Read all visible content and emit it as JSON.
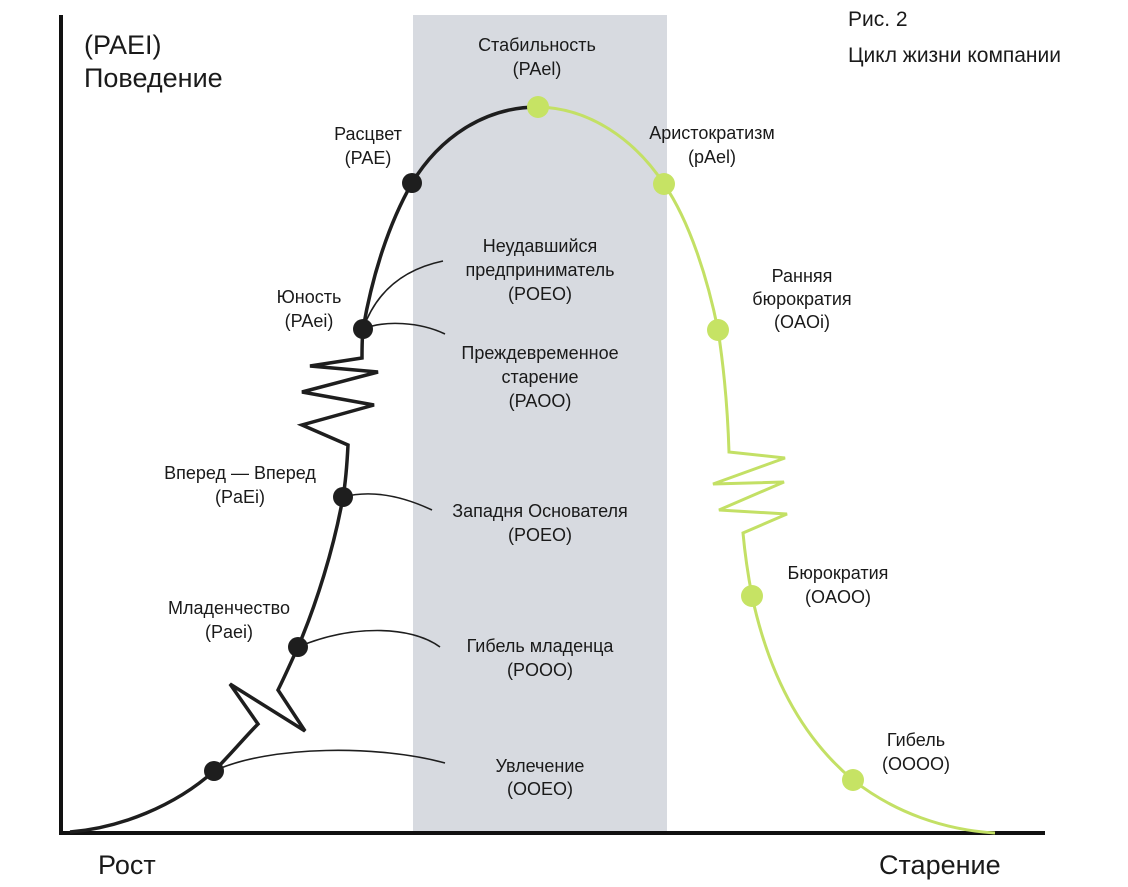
{
  "figure": {
    "number": "Рис. 2",
    "title": "Цикл жизни компании"
  },
  "axes": {
    "y_label_line1": "(PAEI)",
    "y_label_line2": "Поведение",
    "x_label_left": "Рост",
    "x_label_right": "Старение"
  },
  "colors": {
    "growth_curve": "#1e1e1e",
    "aging_curve": "#c3e065",
    "aging_node": "#c6e364",
    "prime_band": "#d7dae0",
    "axis": "#111111"
  },
  "stages": {
    "growth": [
      {
        "name": "Увлечение",
        "code": "(OOEO)",
        "trap": true
      },
      {
        "name": "Младенчество",
        "code": "(Paei)"
      },
      {
        "name": "Гибель младенца",
        "code": "(POOO)",
        "trap": true
      },
      {
        "name": "Вперед — Вперед",
        "code": "(PaEi)"
      },
      {
        "name": "Западня Основателя",
        "code": "(POEO)",
        "trap": true
      },
      {
        "name": "Юность",
        "code": "(PAei)"
      },
      {
        "name_line1": "Неудавшийся",
        "name_line2": "предприниматель",
        "code": "(POEO)",
        "trap": true
      },
      {
        "name_line1": "Преждевременное",
        "name_line2": "старение",
        "code": "(PAOO)",
        "trap": true
      },
      {
        "name": "Расцвет",
        "code": "(PAE)"
      }
    ],
    "prime": {
      "name": "Стабильность",
      "code": "(PAel)"
    },
    "aging": [
      {
        "name": "Аристократизм",
        "code": "(pAel)"
      },
      {
        "name_line1": "Ранняя",
        "name_line2": "бюрократия",
        "code": "(OAOi)"
      },
      {
        "name": "Бюрократия",
        "code": "(OAOO)"
      },
      {
        "name": "Гибель",
        "code": "(OOOO)"
      }
    ]
  }
}
